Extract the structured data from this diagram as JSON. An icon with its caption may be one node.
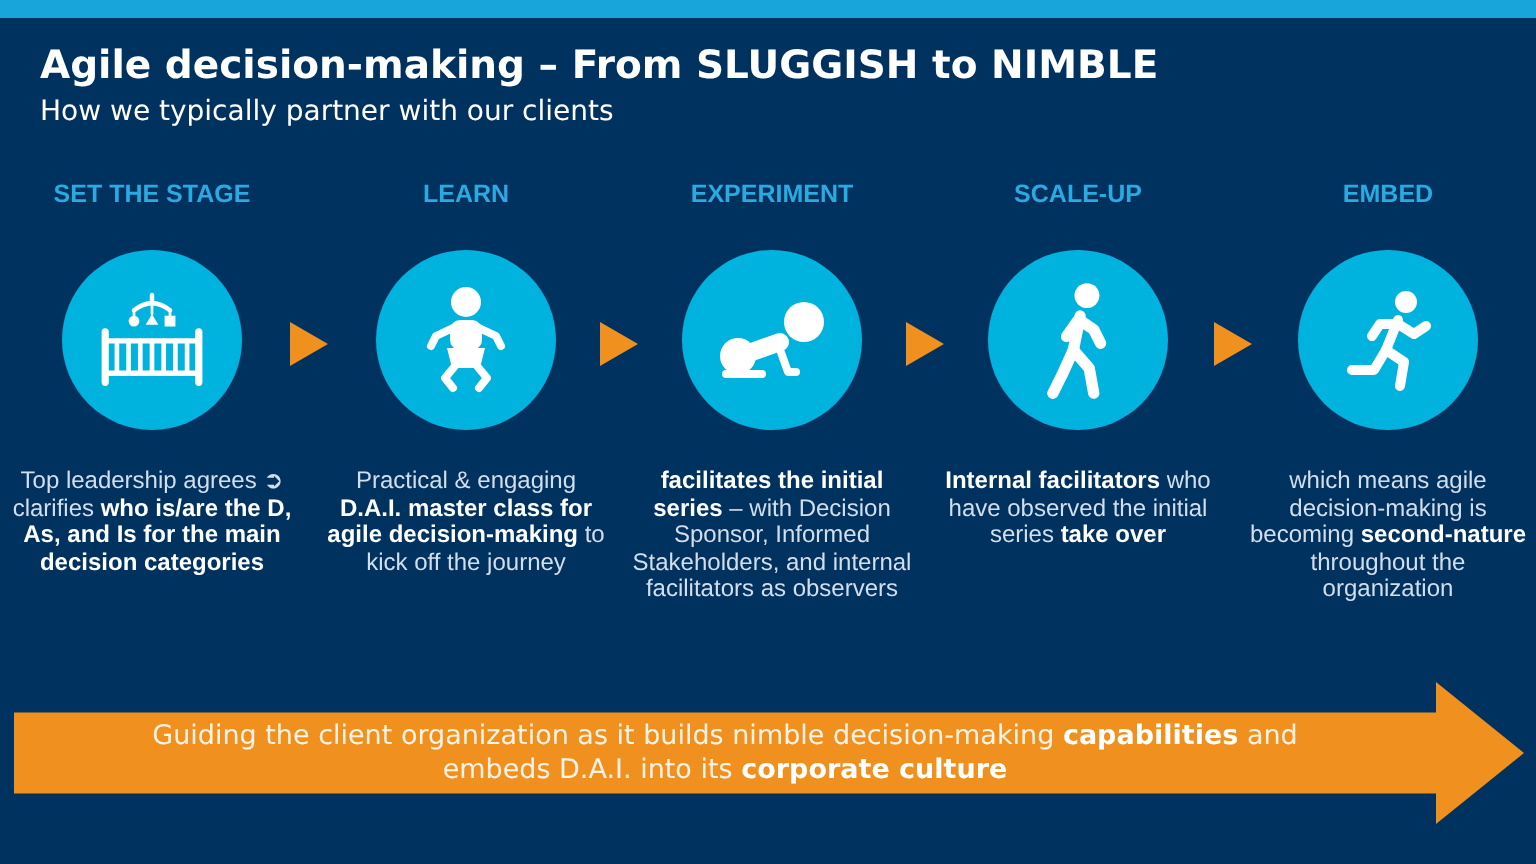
{
  "diagram": {
    "title": "Agile decision-making – From SLUGGISH to NIMBLE",
    "nodes": [
      {
        "text": [
          "SET THE STAGE"
        ],
        "beside": [
          "Top leadership agrees ➲ clarifies **who is/are the D, As, and Is for the main decision categories**"
        ]
      },
      {
        "text": [
          "LEARN"
        ],
        "beside": [
          "Practical & engaging **D.A.I. master class for agile decision-making** to kick off the journey"
        ]
      },
      {
        "text": [
          "EXPERIMENT"
        ],
        "beside": [
          "**facilitates the initial series** – with Decision Sponsor, Informed Stakeholders, and internal facilitators as observers"
        ]
      },
      {
        "text": [
          "SCALE-UP"
        ],
        "beside": [
          "**Internal facilitators** who have observed the initial series **take over**"
        ]
      },
      {
        "text": [
          "EMBED"
        ],
        "beside": [
          "which means agile decision-making is becoming **second-nature** throughout the organization"
        ]
      },
      {
        "text": [
          "Guiding the client organization as it builds nimble decision-making **capabilities** and embeds D.A.I. into its **corporate culture**"
        ]
      }
    ],
    "edges": [
      {
        "from": 0,
        "to": 1,
        "arrow": "to"
      },
      {
        "from": 1,
        "to": 2,
        "arrow": "to"
      },
      {
        "from": 2,
        "to": 3,
        "arrow": "to"
      },
      {
        "from": 3,
        "to": 4,
        "arrow": "to"
      }
    ],
    "labels": [
      "How we typically partner with our clients"
    ]
  }
}
